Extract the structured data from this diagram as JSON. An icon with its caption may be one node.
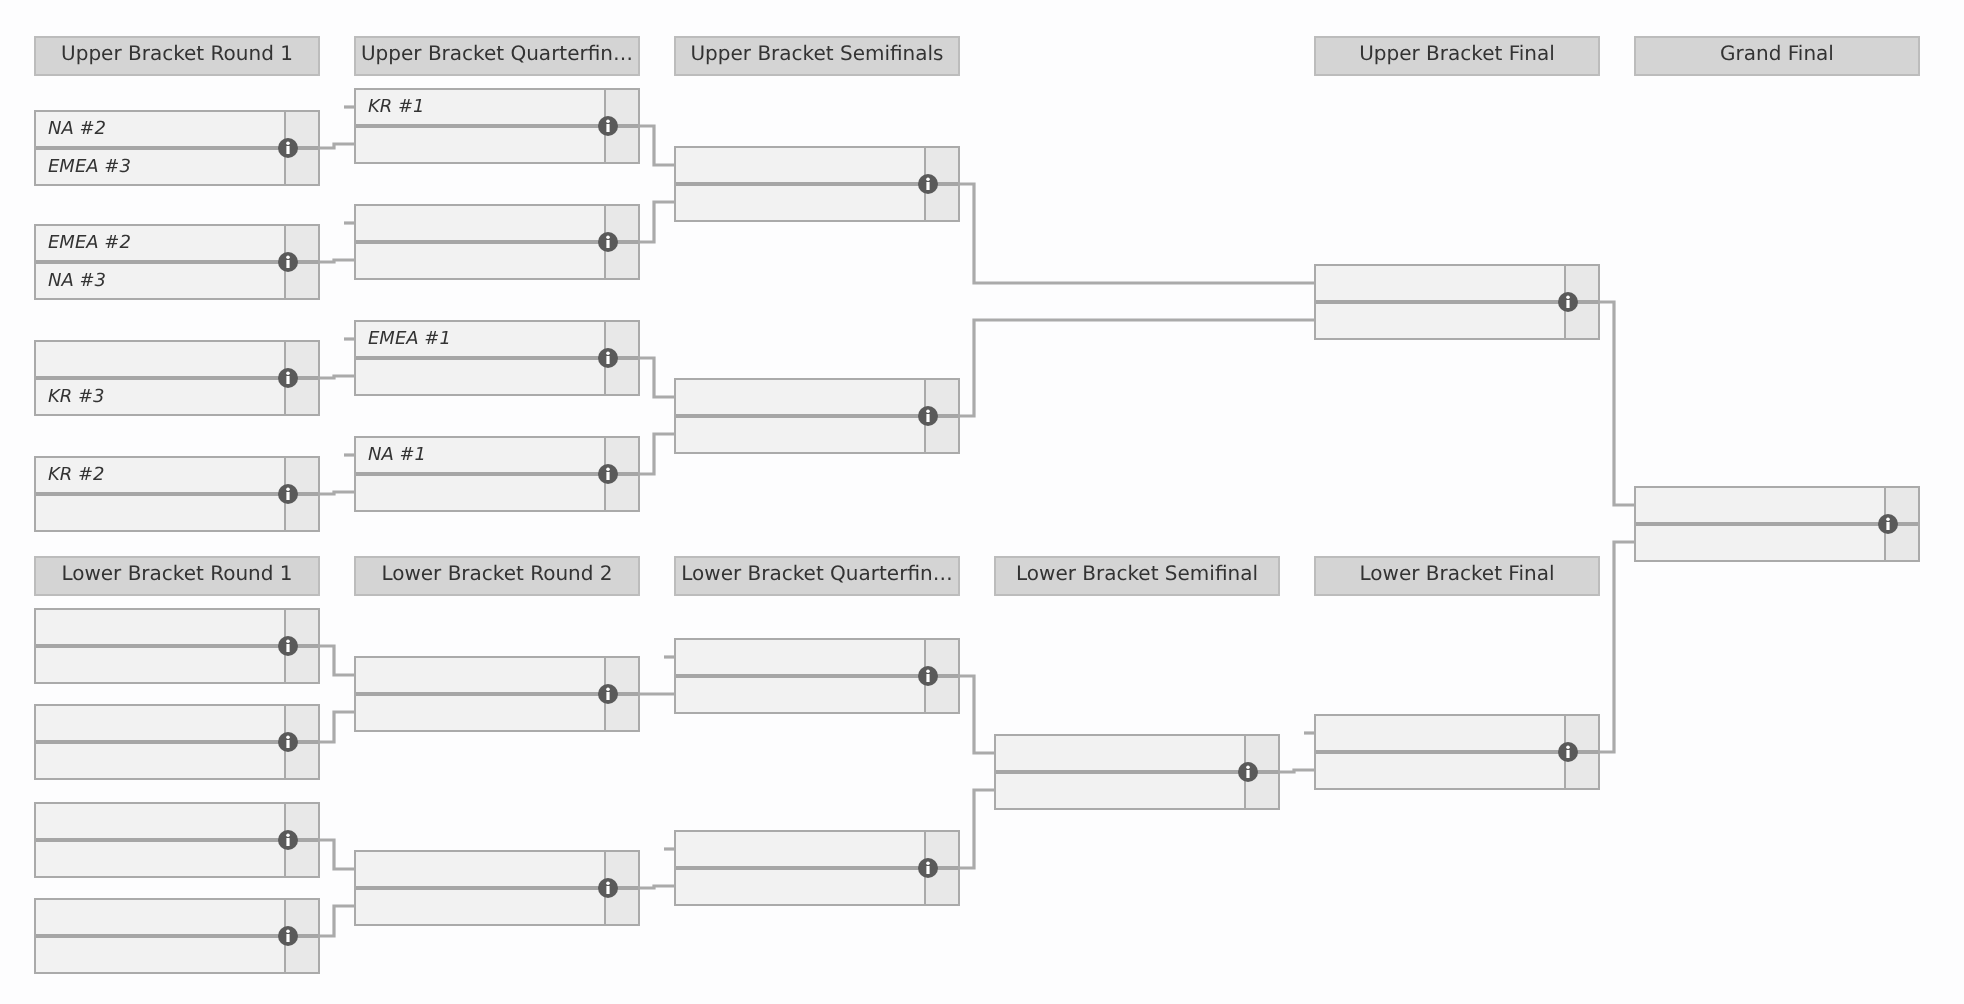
{
  "diagram": {
    "nodes": [
      {
        "text": [
          "NA #2",
          "EMEA #3"
        ]
      },
      {
        "text": [
          "EMEA #2",
          "NA #3"
        ]
      },
      {
        "text": [
          "KR #3"
        ]
      },
      {
        "text": [
          "KR #2"
        ]
      },
      {
        "text": [
          "KR #1"
        ]
      },
      {
        "text": [],
        "shape": "box"
      },
      {
        "text": [
          "EMEA #1"
        ]
      },
      {
        "text": [
          "NA #1"
        ]
      },
      {
        "text": [],
        "shape": "box"
      },
      {
        "text": [],
        "shape": "box"
      },
      {
        "text": [],
        "shape": "box"
      },
      {
        "text": [],
        "shape": "box"
      },
      {
        "text": [],
        "shape": "box"
      },
      {
        "text": [],
        "shape": "box"
      },
      {
        "text": [],
        "shape": "box"
      },
      {
        "text": [],
        "shape": "box"
      },
      {
        "text": [],
        "shape": "box"
      },
      {
        "text": [],
        "shape": "box"
      },
      {
        "text": [],
        "shape": "box"
      },
      {
        "text": [],
        "shape": "box"
      },
      {
        "text": [],
        "shape": "box"
      },
      {
        "text": [],
        "shape": "box"
      }
    ],
    "edges": [
      {
        "from": 0,
        "to": 4,
        "arrow": "none"
      },
      {
        "from": 1,
        "to": 5,
        "arrow": "none"
      },
      {
        "from": 2,
        "to": 6,
        "arrow": "none"
      },
      {
        "from": 3,
        "to": 7,
        "arrow": "none"
      },
      {
        "from": 4,
        "to": 8,
        "arrow": "none"
      },
      {
        "from": 5,
        "to": 8,
        "arrow": "none"
      },
      {
        "from": 6,
        "to": 9,
        "arrow": "none"
      },
      {
        "from": 7,
        "to": 9,
        "arrow": "none"
      },
      {
        "from": 8,
        "to": 10,
        "arrow": "none"
      },
      {
        "from": 9,
        "to": 10,
        "arrow": "none"
      },
      {
        "from": 10,
        "to": 11,
        "arrow": "none"
      },
      {
        "from": 12,
        "to": 16,
        "arrow": "none"
      },
      {
        "from": 13,
        "to": 16,
        "arrow": "none"
      },
      {
        "from": 14,
        "to": 17,
        "arrow": "none"
      },
      {
        "from": 15,
        "to": 17,
        "arrow": "none"
      },
      {
        "from": 16,
        "to": 18,
        "arrow": "none"
      },
      {
        "from": 17,
        "to": 19,
        "arrow": "none"
      },
      {
        "from": 18,
        "to": 20,
        "arrow": "none"
      },
      {
        "from": 19,
        "to": 20,
        "arrow": "none"
      },
      {
        "from": 20,
        "to": 21,
        "arrow": "none"
      },
      {
        "from": 21,
        "to": 11,
        "arrow": "none"
      },
      {
        "from": null,
        "to": 4,
        "arrow": "none"
      },
      {
        "from": null,
        "to": 5,
        "arrow": "none"
      },
      {
        "from": null,
        "to": 6,
        "arrow": "none"
      },
      {
        "from": null,
        "to": 7,
        "arrow": "none"
      },
      {
        "from": null,
        "to": 18,
        "arrow": "none"
      },
      {
        "from": null,
        "to": 19,
        "arrow": "none"
      },
      {
        "from": null,
        "to": 21,
        "arrow": "none"
      }
    ],
    "labels": [
      "Upper Bracket Round 1",
      "Upper Bracket Quarterfin…",
      "Upper Bracket Semifinals",
      "Upper Bracket Final",
      "Grand Final",
      "Lower Bracket Round 1",
      "Lower Bracket Round 2",
      "Lower Bracket Quarterfin…",
      "Lower Bracket Semifinal",
      "Lower Bracket Final"
    ]
  }
}
